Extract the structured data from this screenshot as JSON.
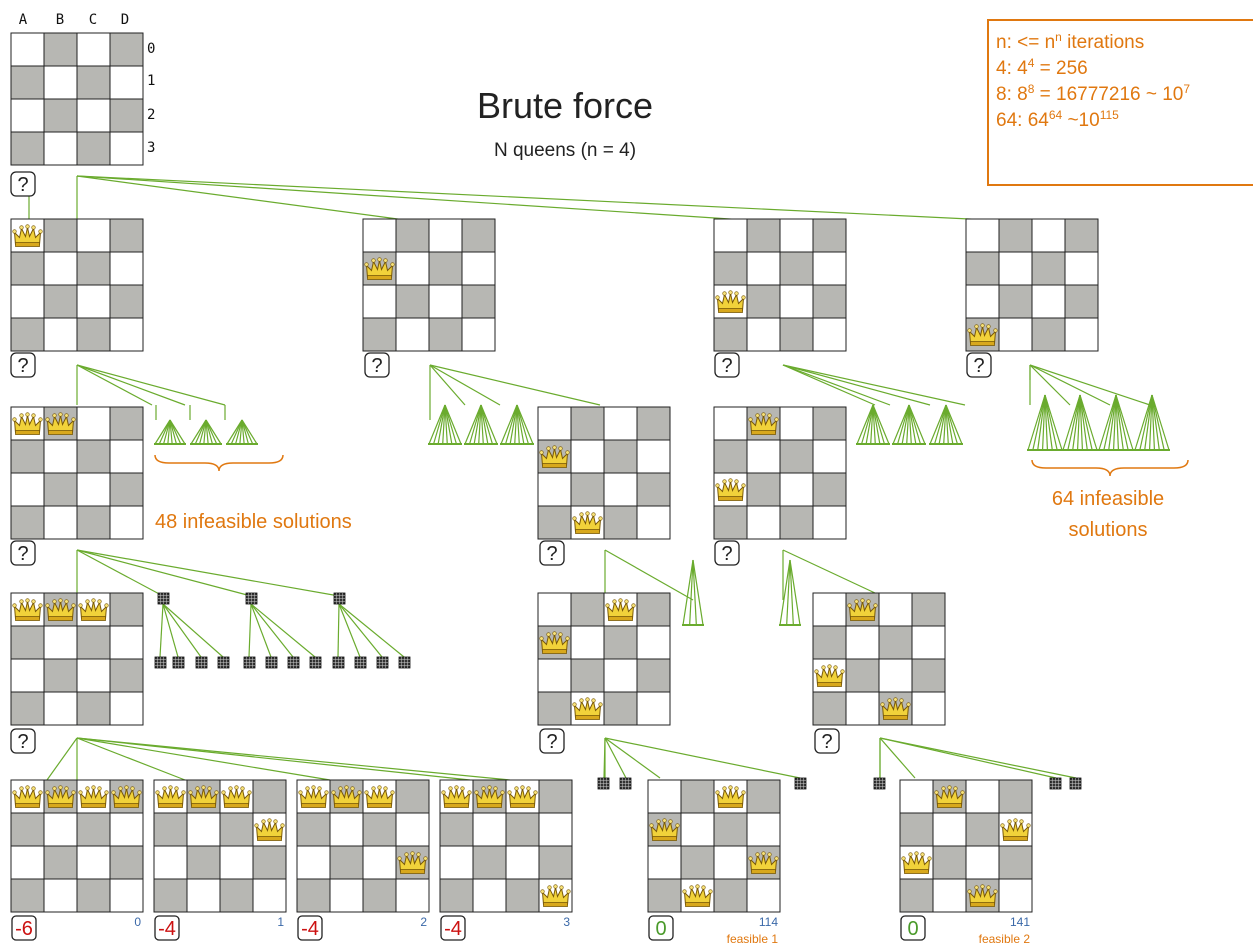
{
  "title": "Brute force",
  "subtitle": "N queens (n = 4)",
  "columns": [
    "A",
    "B",
    "C",
    "D"
  ],
  "rows": [
    "0",
    "1",
    "2",
    "3"
  ],
  "info_lines": [
    {
      "pre": "n: <= n",
      "sup": "n",
      "post": " iterations"
    },
    {
      "pre": "4: 4",
      "sup": "4",
      "post": " = 256"
    },
    {
      "pre": "8: 8",
      "sup": "8",
      "post": " = 16777216 ~ 10",
      "sup2": "7"
    },
    {
      "pre": "64: 64",
      "sup": "64",
      "post": " ~10",
      "sup2": "115"
    }
  ],
  "unknown_mark": "?",
  "infeasible_note_1": "48 infeasible solutions",
  "infeasible_note_2a": "64 infeasible",
  "infeasible_note_2b": "solutions",
  "leaves": [
    {
      "score": "-6",
      "index": "0",
      "queens": [
        0,
        0,
        0,
        0
      ]
    },
    {
      "score": "-4",
      "index": "1",
      "queens": [
        0,
        0,
        0,
        1
      ]
    },
    {
      "score": "-4",
      "index": "2",
      "queens": [
        0,
        0,
        0,
        2
      ]
    },
    {
      "score": "-4",
      "index": "3",
      "queens": [
        0,
        0,
        0,
        3
      ]
    },
    {
      "score": "0",
      "index": "114",
      "feasible": "feasible 1",
      "queens": [
        1,
        3,
        0,
        2
      ]
    },
    {
      "score": "0",
      "index": "141",
      "feasible": "feasible 2",
      "queens": [
        2,
        0,
        3,
        1
      ]
    }
  ],
  "colors": {
    "line": "#6aab2e",
    "orange": "#e07810",
    "dark_square": "#b7b7b3",
    "negative_score": "#cc1111",
    "zero_score": "#4a9a2a",
    "index": "#3a68a8"
  }
}
